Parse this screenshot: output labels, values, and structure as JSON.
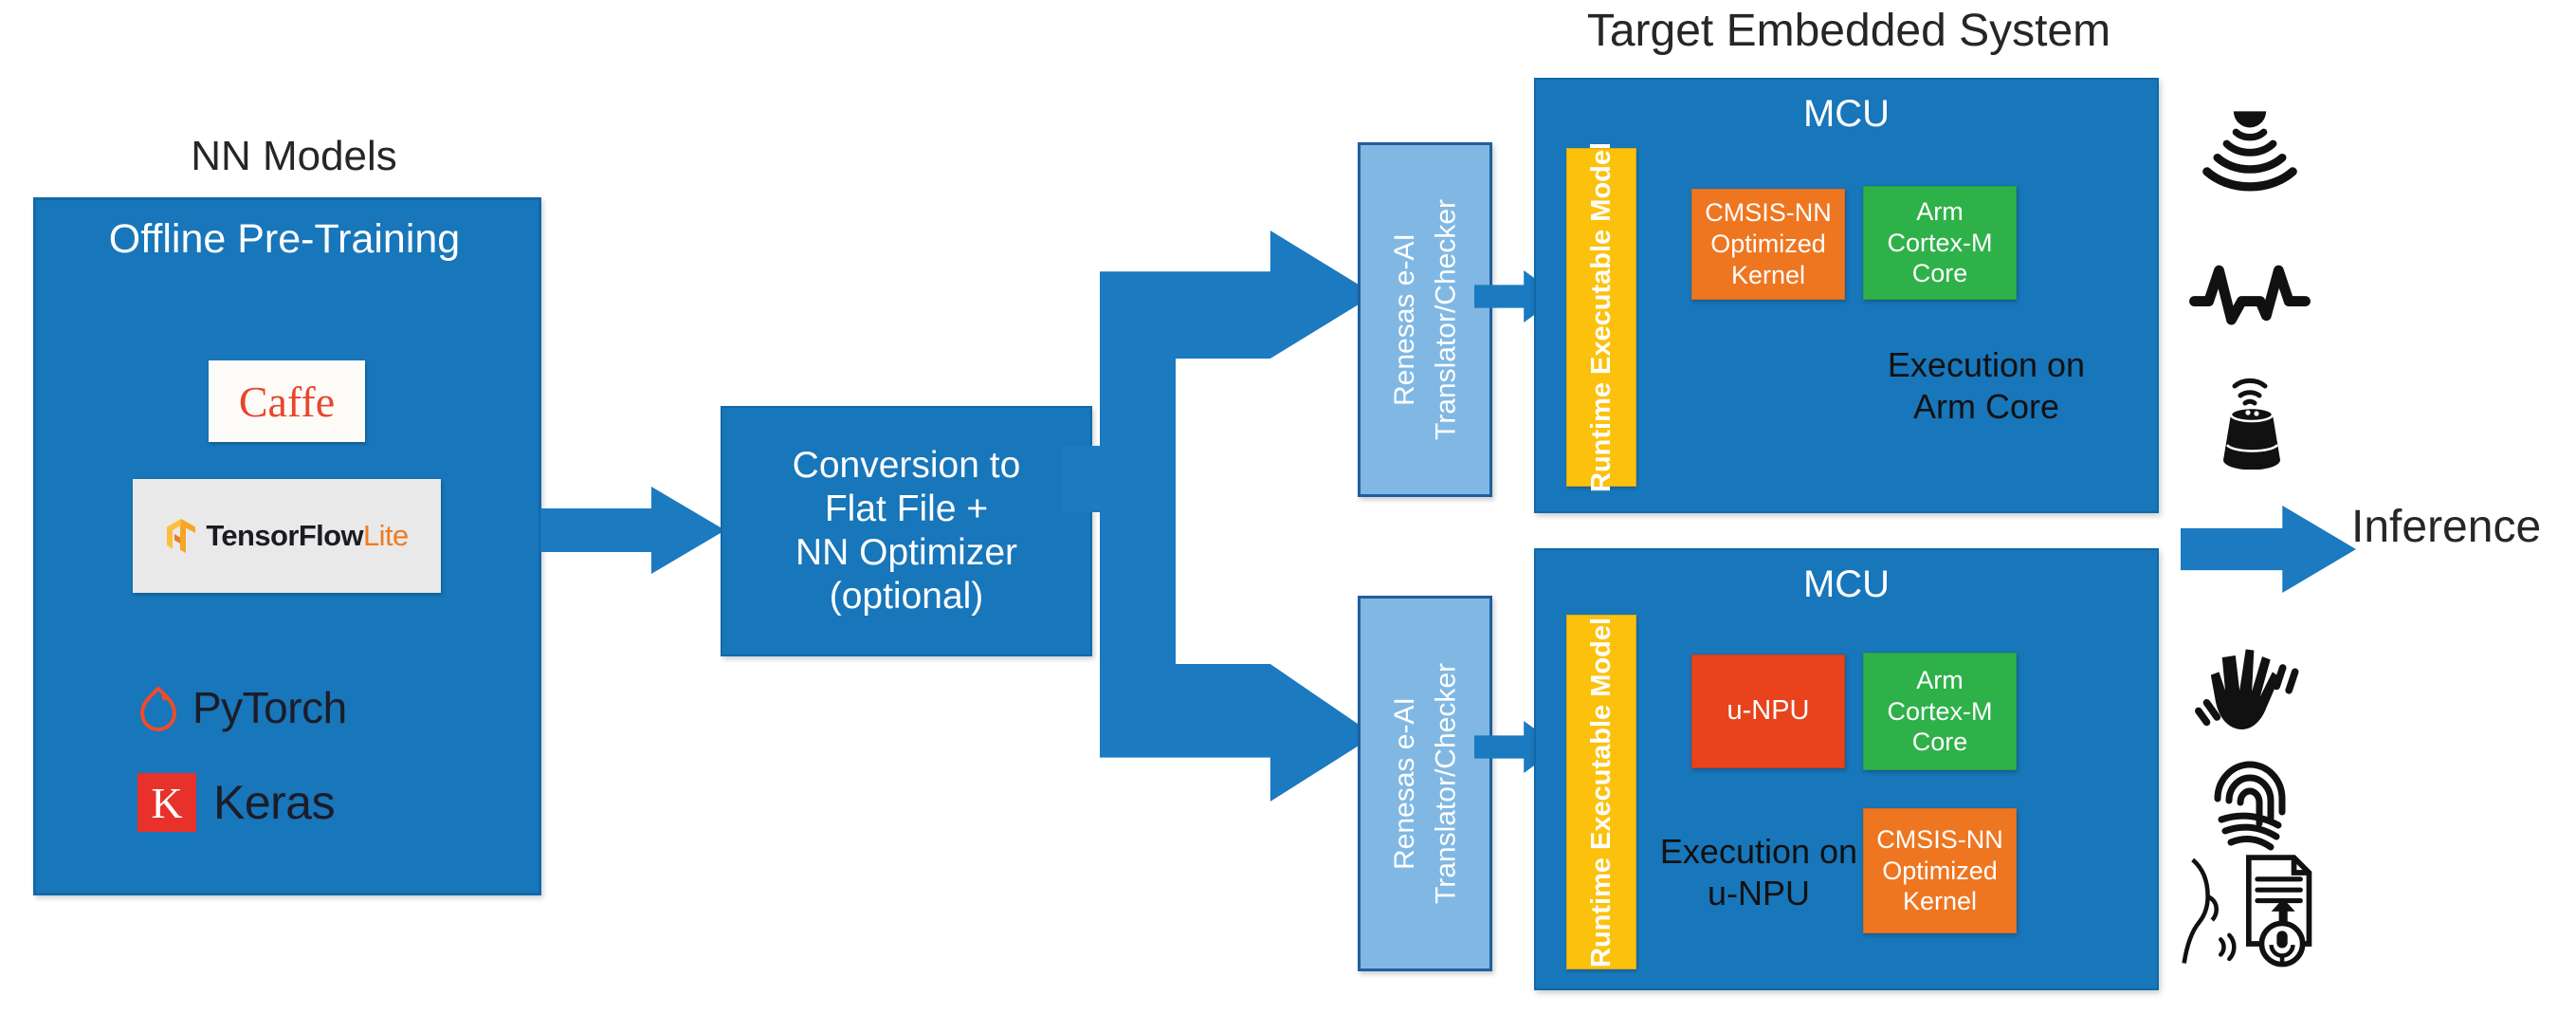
{
  "headings": {
    "nn_models": "NN Models",
    "target_embedded_system": "Target Embedded System",
    "inference": "Inference"
  },
  "offline_panel": {
    "title": "Offline Pre-Training",
    "frameworks": [
      {
        "name": "caffe-logo",
        "label": "Caffe"
      },
      {
        "name": "tensorflow-lite-logo",
        "label": "TensorFlow",
        "suffix": "Lite"
      },
      {
        "name": "pytorch-logo",
        "label": "PyTorch"
      },
      {
        "name": "keras-logo",
        "label": "Keras",
        "mark": "K"
      }
    ]
  },
  "conversion": {
    "line1": "Conversion to",
    "line2": "Flat File +",
    "line3": "NN Optimizer",
    "line4": "(optional)"
  },
  "translator": {
    "line1": "Renesas e-AI",
    "line2": "Translator/Checker"
  },
  "mcu_top": {
    "title": "MCU",
    "runtime": "Runtime   Executable  Model",
    "chips": [
      {
        "name": "cmsis-nn-kernel",
        "l1": "CMSIS-NN",
        "l2": "Optimized",
        "l3": "Kernel"
      },
      {
        "name": "arm-cortex-m-core",
        "l1": "Arm",
        "l2": "Cortex-M",
        "l3": "Core"
      }
    ],
    "execution_l1": "Execution on",
    "execution_l2": "Arm Core"
  },
  "mcu_bottom": {
    "title": "MCU",
    "runtime": "Runtime   Executable  Model",
    "chips": [
      {
        "name": "u-npu",
        "l1": "u-NPU",
        "l2": "",
        "l3": ""
      },
      {
        "name": "arm-cortex-m-core",
        "l1": "Arm",
        "l2": "Cortex-M",
        "l3": "Core"
      },
      {
        "name": "cmsis-nn-kernel",
        "l1": "CMSIS-NN",
        "l2": "Optimized",
        "l3": "Kernel"
      }
    ],
    "execution_l1": "Execution on",
    "execution_l2": "u-NPU"
  },
  "application_icons": [
    {
      "name": "sonar-wave-icon",
      "label": "sonar / ultrasonic sensing"
    },
    {
      "name": "heartbeat-ecg-icon",
      "label": "vital-sign waveform"
    },
    {
      "name": "smart-speaker-icon",
      "label": "voice assistant speaker"
    },
    {
      "name": "hand-gesture-icon",
      "label": "gesture recognition"
    },
    {
      "name": "fingerprint-icon",
      "label": "fingerprint biometrics"
    },
    {
      "name": "speech-to-text-icon",
      "label": "speech to text"
    }
  ],
  "colors": {
    "primary_blue": "#1876ba",
    "arrow_blue": "#1b7ac0",
    "light_blue": "#81b8e3",
    "yellow": "#fcc10c",
    "orange": "#ee7621",
    "red": "#e8431c",
    "green": "#2fb14a",
    "caffe_red": "#e8462c",
    "keras_red": "#e8312a",
    "tfl_orange": "#ef7b24"
  }
}
